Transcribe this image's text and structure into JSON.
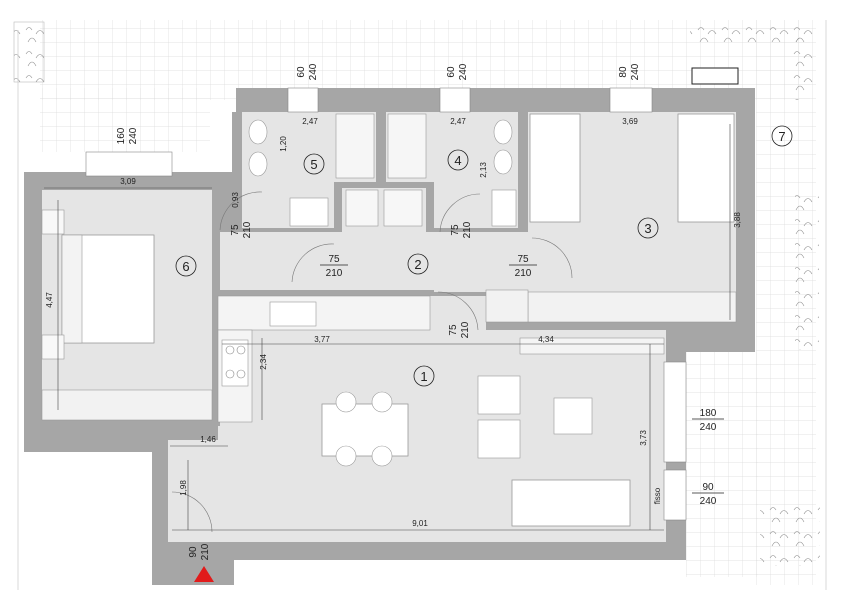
{
  "rooms": [
    "1",
    "2",
    "3",
    "4",
    "5",
    "6",
    "7"
  ],
  "room_dimensions": {
    "living_width": "3,77",
    "living_right": "4,34",
    "living_total": "9,01",
    "living_height": "3,73",
    "kitchen_depth": "2,34",
    "bedroom3_width": "3,69",
    "bedroom3_depth": "3,88",
    "bath4_width": "2,47",
    "bath4_depth": "2,13",
    "bath5_width": "2,47",
    "bath5_depth": "1,20",
    "bath5_small": "0,93",
    "bedroom6_width": "3,09",
    "bedroom6_depth": "4,47",
    "entry_width": "1,46",
    "entry_depth": "1,98"
  },
  "openings": {
    "bath5_window_w": "60",
    "bath5_window_h": "240",
    "bath4_window_w": "60",
    "bath4_window_h": "240",
    "bedroom3_window_w": "80",
    "bedroom3_window_h": "240",
    "bedroom6_window_w": "160",
    "bedroom6_window_h": "240",
    "door_bath5_w": "75",
    "door_bath5_h": "210",
    "door_bed6_w": "75",
    "door_bed6_h": "210",
    "door_bath4_w": "75",
    "door_bath4_h": "210",
    "door_bed3_w": "75",
    "door_bed3_h": "210",
    "door_hall_w": "75",
    "door_hall_h": "210",
    "window_living_w": "180",
    "window_living_h": "240",
    "window_fixed_w": "90",
    "window_fixed_h": "240",
    "window_fixed_note": "fisso",
    "entrance_w": "90",
    "entrance_h": "210"
  },
  "colors": {
    "wall": "#a6a6a6",
    "floor": "#e5e5e5",
    "terrace_floor": "#ffffff",
    "grid": "#dcdcdc",
    "entrance_marker": "#e11b1b"
  },
  "icons": {
    "entrance_marker": "triangle-up",
    "plants": "leaf-pattern"
  }
}
